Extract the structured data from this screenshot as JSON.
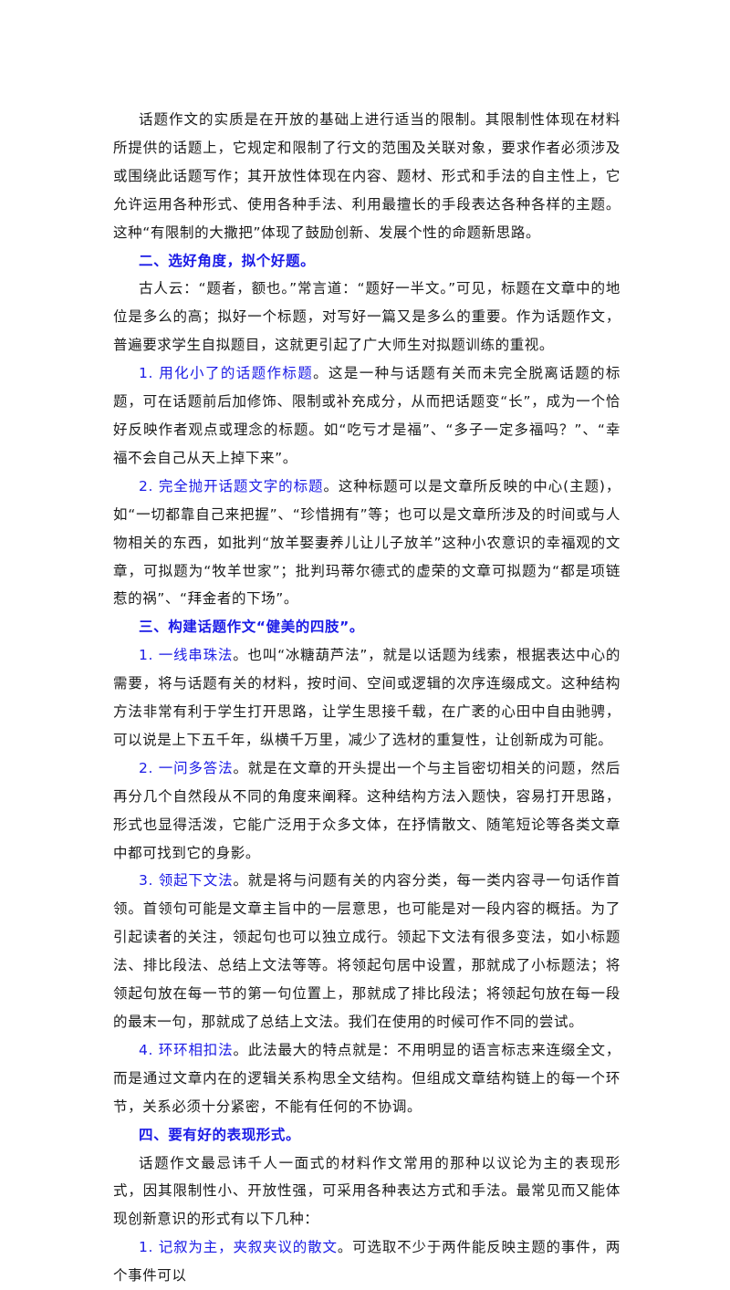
{
  "document": {
    "p1": "话题作文的实质是在开放的基础上进行适当的限制。其限制性体现在材料所提供的话题上，它规定和限制了行文的范围及关联对象，要求作者必须涉及或围绕此话题写作；其开放性体现在内容、题材、形式和手法的自主性上，它允许运用各种形式、使用各种手法、利用最擅长的手段表达各种各样的主题。这种“有限制的大撒把”体现了鼓励创新、发展个性的命题新思路。",
    "h2": "二、选好角度，拟个好题。",
    "p2": "古人云：“题者，额也。”常言道：“题好一半文。”可见，标题在文章中的地位是多么的高；拟好一个标题，对写好一篇又是多么的重要。作为话题作文，普遍要求学生自拟题目，这就更引起了广大师生对拟题训练的重视。",
    "item1_lead": "1. 用化小了的话题作标题",
    "item1_text": "。这是一种与话题有关而未完全脱离话题的标题，可在话题前后加修饰、限制或补充成分，从而把话题变“长”，成为一个恰好反映作者观点或理念的标题。如“吃亏才是福”、“多子一定多福吗？”、“幸福不会自己从天上掉下来”。",
    "item2_lead": "2. 完全抛开话题文字的标题",
    "item2_text": "。这种标题可以是文章所反映的中心(主题)，如“一切都靠自己来把握”、“珍惜拥有”等；也可以是文章所涉及的时间或与人物相关的东西，如批判“放羊娶妻养儿让儿子放羊”这种小农意识的幸福观的文章，可拟题为“牧羊世家”；批判玛蒂尔德式的虚荣的文章可拟题为“都是项链惹的祸”、“拜金者的下场”。",
    "h3": "三、构建话题作文“健美的四肢”。",
    "item3_lead": "1. 一线串珠法",
    "item3_text": "。也叫“冰糖葫芦法”，就是以话题为线索，根据表达中心的需要，将与话题有关的材料，按时间、空间或逻辑的次序连缀成文。这种结构方法非常有利于学生打开思路，让学生思接千载，在广袤的心田中自由驰骋，可以说是上下五千年，纵横千万里，减少了选材的重复性，让创新成为可能。",
    "item4_lead": "2. 一问多答法",
    "item4_text": "。就是在文章的开头提出一个与主旨密切相关的问题，然后再分几个自然段从不同的角度来阐释。这种结构方法入题快，容易打开思路，形式也显得活泼，它能广泛用于众多文体，在抒情散文、随笔短论等各类文章中都可找到它的身影。",
    "item5_lead": "3. 领起下文法",
    "item5_text": "。就是将与问题有关的内容分类，每一类内容寻一句话作首领。首领句可能是文章主旨中的一层意思，也可能是对一段内容的概括。为了引起读者的关注，领起句也可以独立成行。领起下文法有很多变法，如小标题法、排比段法、总结上文法等等。将领起句居中设置，那就成了小标题法；将领起句放在每一节的第一句位置上，那就成了排比段法；将领起句放在每一段的最末一句，那就成了总结上文法。我们在使用的时候可作不同的尝试。",
    "item6_lead": "4. 环环相扣法",
    "item6_text": "。此法最大的特点就是：不用明显的语言标志来连缀全文，而是通过文章内在的逻辑关系构思全文结构。但组成文章结构链上的每一个环节，关系必须十分紧密，不能有任何的不协调。",
    "h4": "四、要有好的表现形式。",
    "p4": "话题作文最忌讳千人一面式的材料作文常用的那种以议论为主的表现形式，因其限制性小、开放性强，可采用各种表达方式和手法。最常见而又能体现创新意识的形式有以下几种：",
    "item7_lead": "1. 记叙为主，夹叙夹议的散文",
    "item7_text": "。可选取不少于两件能反映主题的事件，两个事件可以"
  },
  "colors": {
    "heading": "#1a1ae6",
    "body_text": "#1a1a1a"
  }
}
